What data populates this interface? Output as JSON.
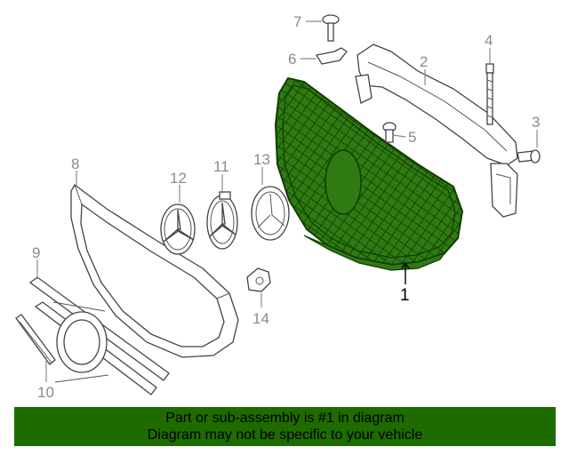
{
  "callouts": {
    "c1": "1",
    "c2": "2",
    "c3": "3",
    "c4": "4",
    "c5": "5",
    "c6": "6",
    "c7": "7",
    "c8": "8",
    "c9": "9",
    "c10": "10",
    "c11": "11",
    "c12": "12",
    "c13": "13",
    "c14": "14"
  },
  "highlight_color": "#1e6b00",
  "banner": {
    "line1": "Part or sub-assembly is #1 in diagram",
    "line2": "Diagram may not be specific to your vehicle"
  }
}
